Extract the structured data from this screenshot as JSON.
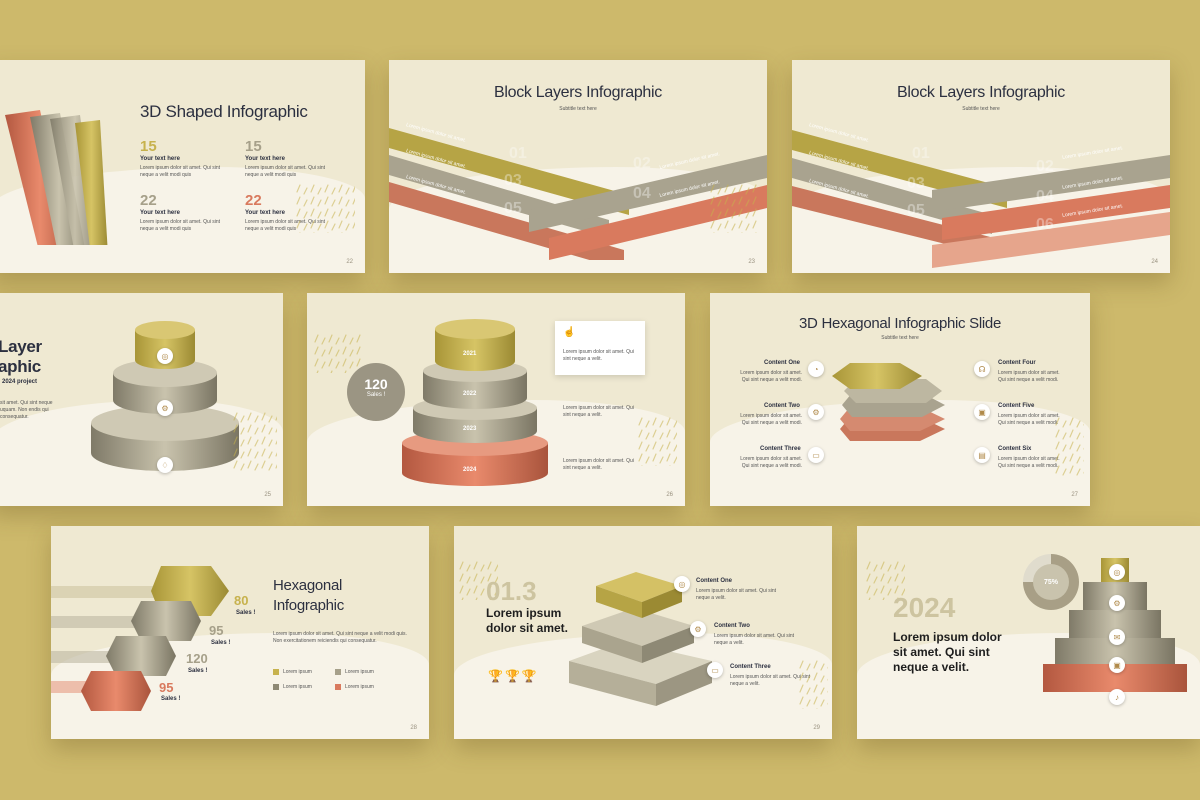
{
  "colors": {
    "background": "#cdb96b",
    "gold": "#c7b24d",
    "gray": "#a6a08a",
    "coral": "#d97a5e",
    "dark": "#2c3040"
  },
  "s1": {
    "title": "3D Shaped Infographic",
    "items": [
      {
        "num": "15",
        "label": "Your text here",
        "text": "Lorem ipsum dolor sit amet. Qui sint neque a velit modi quis"
      },
      {
        "num": "15",
        "label": "Your text here",
        "text": "Lorem ipsum dolor sit amet. Qui sint neque a velit modi quis"
      },
      {
        "num": "22",
        "label": "Your text here",
        "text": "Lorem ipsum dolor sit amet. Qui sint neque a velit modi quis"
      },
      {
        "num": "22",
        "label": "Your text here",
        "text": "Lorem ipsum dolor sit amet. Qui sint neque a velit modi quis"
      }
    ],
    "page": "22"
  },
  "s2": {
    "title": "Block Layers Infographic",
    "subtitle": "Subtitle text here",
    "band_text": "Lorem ipsum dolor sit amet.",
    "nums": [
      "01",
      "02",
      "03",
      "04",
      "05"
    ],
    "page": "23"
  },
  "s3": {
    "title": "Block Layers Infographic",
    "subtitle": "Subtitle text here",
    "band_text": "Lorem ipsum dolor sit amet.",
    "nums": [
      "01",
      "02",
      "03",
      "04",
      "05",
      "06"
    ],
    "page": "24"
  },
  "s4": {
    "title1": "Layer",
    "title2": "aphic",
    "sub": "2024 project",
    "text": "sit amet. Qui sint neque uquam. Non endis qui consequatur.",
    "page": "25"
  },
  "s5": {
    "years": [
      "2021",
      "2022",
      "2023",
      "2024"
    ],
    "bubble_num": "120",
    "bubble_label": "Sales !",
    "card_text": "Lorem ipsum dolor sit amet. Qui sint neque a velit.",
    "page": "26"
  },
  "s6": {
    "title": "3D Hexagonal Infographic Slide",
    "subtitle": "Subtitle text here",
    "left": [
      "Content One",
      "Content Two",
      "Content Three"
    ],
    "right": [
      "Content Four",
      "Content Five",
      "Content Six"
    ],
    "text": "Lorem ipsum dolor sit amet. Qui sint neque a velit modi.",
    "page": "27"
  },
  "s7": {
    "title": "Hexagonal Infographic",
    "stats": [
      {
        "num": "80",
        "label": "Sales !"
      },
      {
        "num": "95",
        "label": "Sales !"
      },
      {
        "num": "120",
        "label": "Sales !"
      },
      {
        "num": "95",
        "label": "Sales !"
      }
    ],
    "text": "Lorem ipsum dolor sit amet. Qui sint neque a velit modi quis. Non exercitationem reiciendis qui consequatur.",
    "legend": [
      "Lorem ipsum",
      "Lorem ipsum",
      "Lorem ipsum",
      "Lorem ipsum"
    ],
    "page": "28"
  },
  "s8": {
    "num": "01.3",
    "heading": "Lorem ipsum dolor sit amet.",
    "contents": [
      "Content One",
      "Content Two",
      "Content Three"
    ],
    "text": "Lorem ipsum dolor sit amet. Qui sint neque a velit.",
    "page": "29"
  },
  "s9": {
    "year": "2024",
    "heading": "Lorem ipsum dolor sit amet. Qui sint neque a velit.",
    "percent": "75%"
  }
}
